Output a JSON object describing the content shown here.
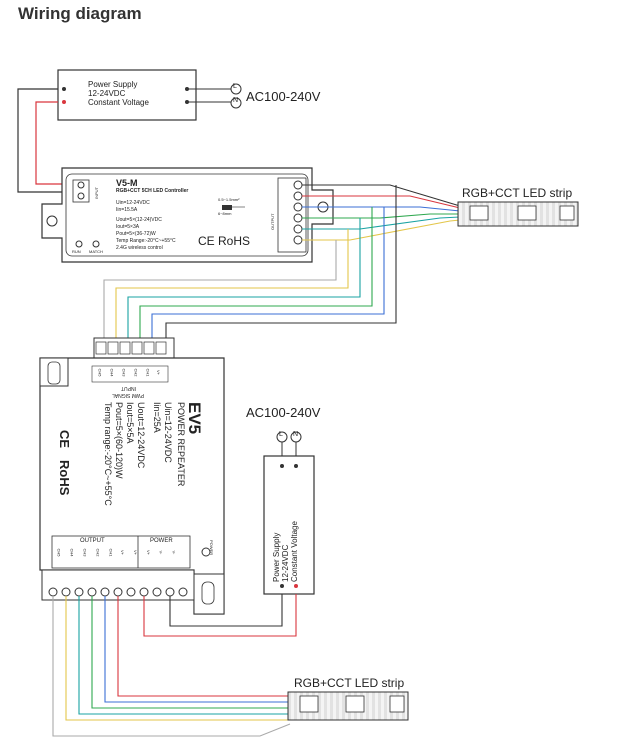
{
  "title": "Wiring diagram",
  "ac_top": "AC100-240V",
  "ac_mid": "AC100-240V",
  "terminal_L": "L",
  "terminal_N": "N",
  "power_supply_top": {
    "line1": "Power Supply",
    "line2": "12-24VDC",
    "line3": "Constant Voltage"
  },
  "power_supply_right": {
    "line1": "Power Supply",
    "line2": "12-24VDC",
    "line3": "Constant Voltage"
  },
  "controller": {
    "model": "V5-M",
    "subtitle": "RGB+CCT 5CH LED Controller",
    "uin": "Uin=12-24VDC",
    "iin": "Iin=15.5A",
    "uout": "Uout=5×(12-24)VDC",
    "iout": "Iout=5×3A",
    "pout": "Pout=5×(36-72)W",
    "temp": "Temp Range:-20°C~+55°C",
    "wireless": "2.4G wireless control",
    "run_label": "RUN",
    "match_label": "MATCH",
    "wire_spec1": "0.5~1.5mm²",
    "wire_spec2": "6~8mm",
    "marks": "CE RoHS",
    "input_label": "INPUT",
    "output_label": "OUTPUT"
  },
  "repeater": {
    "model": "EV5",
    "subtitle": "POWER REPEATER",
    "uin": "Uin=12-24VDC",
    "iin": "Iin=25A",
    "uout": "Uout=12-24VDC",
    "iout": "Iout=5×5A",
    "pout": "Pout=5×(60-120)W",
    "temp": "Temp range:-20°C~+55°C",
    "marks_ce": "CE",
    "marks_rohs": "RoHS",
    "input_label": "INPUT",
    "pwm_label": "PWM SIGNAL",
    "output_label": "OUTPUT",
    "power_label": "POWER",
    "power_led_label": "POWER",
    "input_pins": [
      "CH5",
      "CH4",
      "CH3",
      "CH2",
      "CH1",
      "V+"
    ],
    "output_pins": [
      "CH5",
      "CH4",
      "CH3",
      "CH2",
      "CH1",
      "V+"
    ],
    "power_pins": [
      "V+",
      "V+",
      "V-",
      "V-"
    ]
  },
  "strip_top": "RGB+CCT LED strip",
  "strip_bottom": "RGB+CCT LED strip",
  "colors": {
    "red": "#d9363e",
    "black": "#222222",
    "blue": "#3b6fd6",
    "green": "#2fa84f",
    "teal": "#1aa3a3",
    "yellow": "#e3c64a",
    "gray": "#7a7a7a"
  }
}
